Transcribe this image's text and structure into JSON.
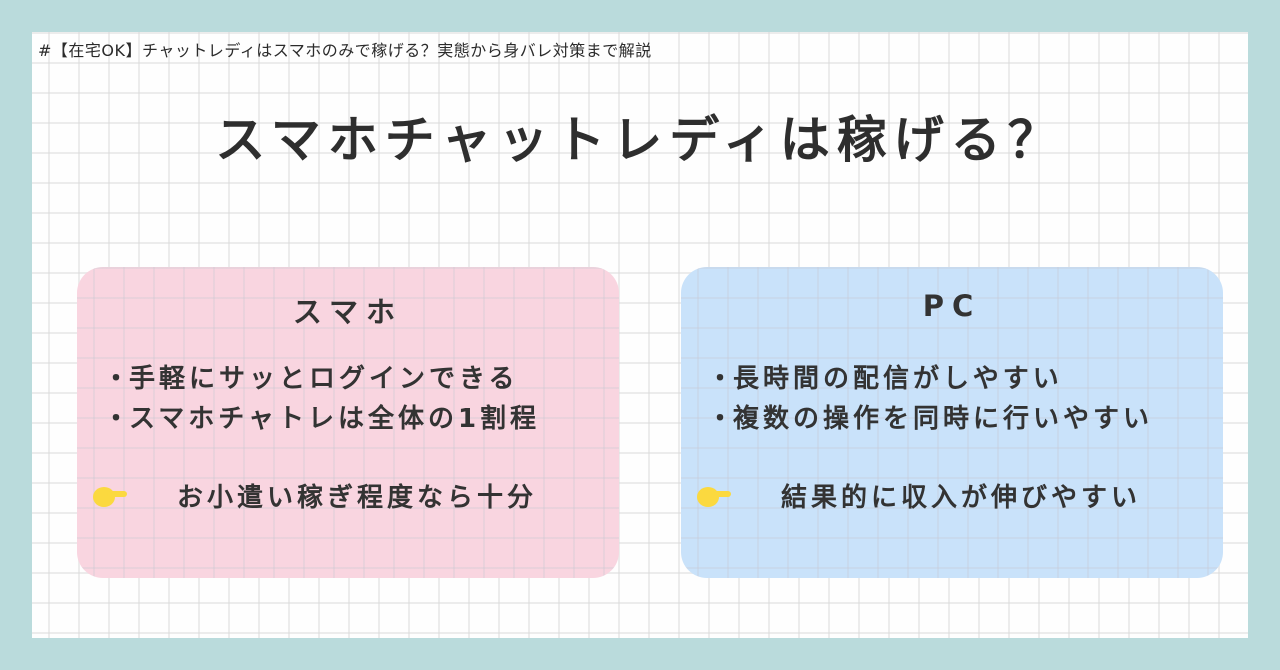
{
  "page": {
    "hashtag": "#【在宅OK】チャットレディはスマホのみで稼げる？実態から身バレ対策まで解説",
    "title": "スマホチャットレディは稼げる？"
  },
  "colors": {
    "outer_border": "#badbdc",
    "canvas": "#fefefe",
    "pink_card": "#f9d5e0",
    "blue_card": "#c9e2fa",
    "text": "#333333",
    "pointer_icon": "#fbd93f"
  },
  "cards": [
    {
      "title": "スマホ",
      "bullets": [
        {
          "dot": "・",
          "text": "手軽にサッとログインできる"
        },
        {
          "dot": "・",
          "text": "スマホチャトレは全体の1割程"
        }
      ],
      "icon": "pointing-hand-icon",
      "conclusion": "お小遣い稼ぎ程度なら十分"
    },
    {
      "title": "PC",
      "bullets": [
        {
          "dot": "・",
          "text": "長時間の配信がしやすい"
        },
        {
          "dot": "・",
          "text": "複数の操作を同時に行いやすい"
        }
      ],
      "icon": "pointing-hand-icon",
      "conclusion": "結果的に収入が伸びやすい"
    }
  ]
}
